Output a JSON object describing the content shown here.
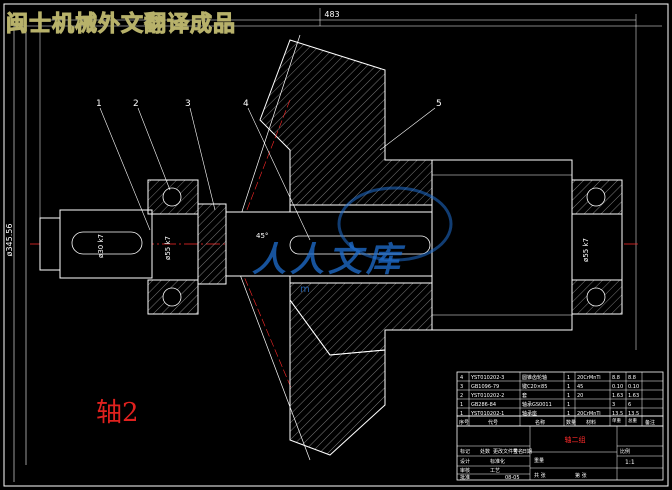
{
  "header": {
    "title": "闽士机械外文翻译成品"
  },
  "caption": "轴2",
  "watermark": {
    "text": "人人文库",
    "sub": "m"
  },
  "dimensions": {
    "overall": "483",
    "height": "ø345.56",
    "d1": "ø30 k7",
    "d2": "ø55 k7",
    "d3": "ø55 k7",
    "angle": "45°"
  },
  "balloons": [
    "1",
    "2",
    "3",
    "4",
    "5"
  ],
  "bom": [
    {
      "no": "4",
      "code": "YST010202-3",
      "name": "圆锥齿轮轴",
      "qty": "1",
      "mat": "20CrMnTi",
      "w1": "8.8",
      "w2": "8.8"
    },
    {
      "no": "3",
      "code": "GB1096-79",
      "name": "键C20×85",
      "qty": "1",
      "mat": "45",
      "w1": "0.10",
      "w2": "0.10"
    },
    {
      "no": "2",
      "code": "YST010202-2",
      "name": "套",
      "qty": "1",
      "mat": "20",
      "w1": "1.63",
      "w2": "1.63"
    },
    {
      "no": "1",
      "code": "GB286-84",
      "name": "轴承GS0011",
      "qty": "1",
      "mat": "",
      "w1": "3",
      "w2": "6"
    },
    {
      "no": "1",
      "code": "YST010202-1",
      "name": "轴承座",
      "qty": "1",
      "mat": "20CrMnTi",
      "w1": "13.5",
      "w2": "13.5"
    }
  ],
  "bom_header": {
    "no": "序号",
    "code": "代号",
    "name": "名称",
    "qty": "数量",
    "mat": "材料",
    "w1": "单重",
    "w2": "总重",
    "note": "备注"
  },
  "title_block": {
    "drawing_name": "轴二组",
    "scale_label": "比例",
    "scale": "1:1",
    "marks": "标记",
    "qty": "处数",
    "file": "更改文件号",
    "sign": "签名",
    "date": "日期",
    "design": "设计",
    "draw": "标准化",
    "check": "审核",
    "process": "工艺",
    "approve": "批准",
    "sheet": "共 张",
    "sheet2": "第 张",
    "wt": "重量",
    "date2": "08-05"
  },
  "colors": {
    "line": "#ffffff",
    "accent": "#ffff00",
    "cyan": "#00d6d6",
    "red": "#ff2a2a"
  }
}
